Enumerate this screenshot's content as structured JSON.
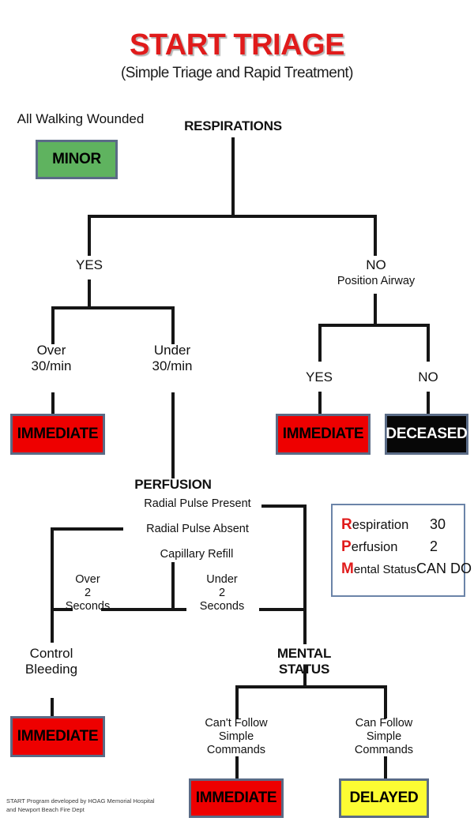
{
  "title": {
    "main": "START TRIAGE",
    "subtitle": "(Simple Triage and Rapid Treatment)"
  },
  "colors": {
    "title_red": "#e01b1b",
    "minor_green": "#5fb35f",
    "immediate_red": "#ee0000",
    "delayed_yellow": "#fcfc33",
    "deceased_black": "#070707",
    "box_border": "#5a6b86",
    "legend_border": "#6b84a8",
    "line": "#151515"
  },
  "nodes": {
    "walking_wounded": "All Walking Wounded",
    "minor_tag": "MINOR",
    "respirations": "RESPIRATIONS",
    "resp_yes": "YES",
    "resp_no": "NO",
    "resp_no_sub": "Position Airway",
    "over_30": "Over\n30/min",
    "under_30": "Under\n30/min",
    "immediate_over30": "IMMEDIATE",
    "airway_yes": "YES",
    "airway_no": "NO",
    "immediate_airway": "IMMEDIATE",
    "deceased": "DECEASED",
    "perfusion": "PERFUSION",
    "radial_present": "Radial Pulse Present",
    "radial_absent": "Radial Pulse Absent",
    "capillary_refill": "Capillary Refill",
    "over_2_sec": "Over\n2\nSeconds",
    "under_2_sec": "Under\n2\nSeconds",
    "control_bleeding": "Control\nBleeding",
    "immediate_bleeding": "IMMEDIATE",
    "mental_status": "MENTAL STATUS",
    "cant_follow": "Can't Follow\nSimple Commands",
    "can_follow": "Can Follow\nSimple Commands",
    "immediate_mental": "IMMEDIATE",
    "delayed_mental": "DELAYED"
  },
  "legend": {
    "rows": [
      {
        "cap": "R",
        "rest": "espiration",
        "value": "30"
      },
      {
        "cap": "P",
        "rest": "erfusion",
        "value": "2"
      },
      {
        "cap": "M",
        "rest": "ental Status",
        "value": "CAN DO"
      }
    ]
  },
  "footer": {
    "text": "START Program developed by HOAG Memorial Hospital\nand Newport Beach Fire Dept"
  }
}
